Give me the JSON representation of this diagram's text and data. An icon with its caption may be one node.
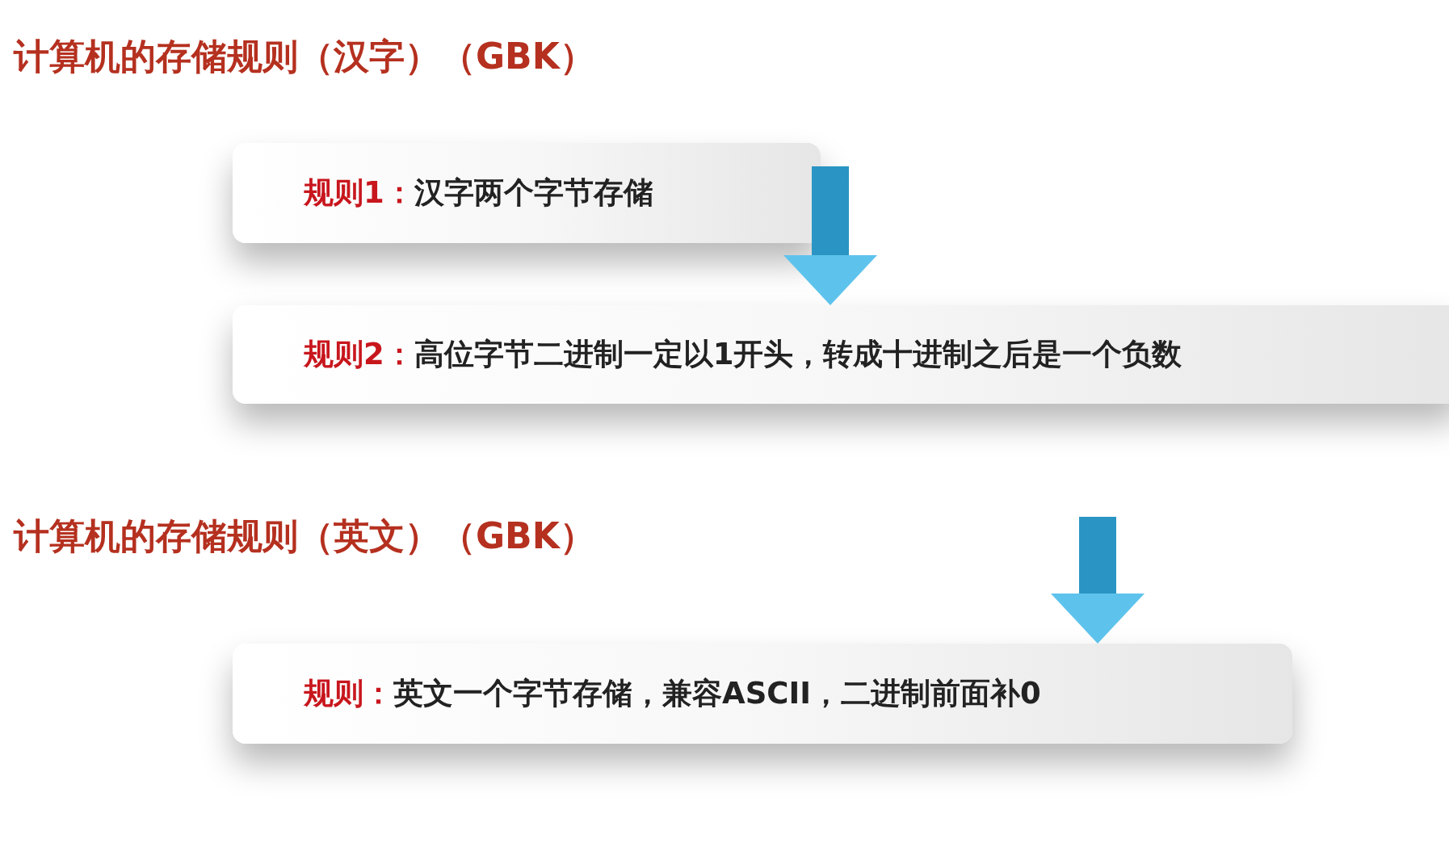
{
  "diagram": {
    "nodes": [
      {
        "text": [
          "规则1：",
          "汉字两个字节存储"
        ]
      },
      {
        "text": [
          "规则2：",
          "高位字节二进制一定以1开头，转成十进制之后是一个负数"
        ]
      },
      {
        "text": [
          "规则：",
          "英文一个字节存储，兼容ASCII，二进制前面补0"
        ]
      }
    ],
    "edges": [
      {
        "from": 0,
        "to": 1,
        "arrow": "to"
      },
      {
        "from": null,
        "to": 2,
        "arrow": "to"
      }
    ],
    "labels": [
      "计算机的存储规则（汉字）（GBK）",
      "计算机的存储规则（英文）（GBK）"
    ]
  }
}
